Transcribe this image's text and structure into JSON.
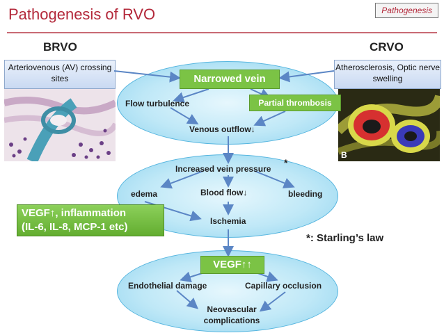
{
  "header": {
    "title": "Pathogenesis of RVO",
    "tag": "Pathogenesis"
  },
  "left": {
    "heading": "BRVO",
    "box": "Arteriovenous (AV) crossing sites",
    "image_icon": "histology-image-icon"
  },
  "right": {
    "heading": "CRVO",
    "box": "Atherosclerosis, Optic nerve swelling",
    "image_icon": "vessel-cross-section-icon",
    "image_letter": "B"
  },
  "stage1": {
    "top": "Narrowed vein",
    "left": "Flow turbulence",
    "right": "Partial thrombosis",
    "bottom": "Venous outflow↓"
  },
  "stage2": {
    "top": "Increased vein pressure",
    "star": "*",
    "left": "edema",
    "center": "Blood flow↓",
    "right": "bleeding",
    "bottom": "Ischemia"
  },
  "vegf_box": {
    "line1": "VEGF↑, inflammation",
    "line2": "(IL-6, IL-8, MCP-1 etc)"
  },
  "starling_note": "*: Starling’s law",
  "stage3": {
    "top": "VEGF↑↑",
    "left": "Endothelial damage",
    "right": "Capillary occlusion",
    "bottom1": "Neovascular",
    "bottom2": "complications"
  },
  "colors": {
    "title": "#b3283a",
    "ellipse": "#bfe8f7",
    "green": "#7bc345",
    "arrow": "#5b86c5"
  }
}
